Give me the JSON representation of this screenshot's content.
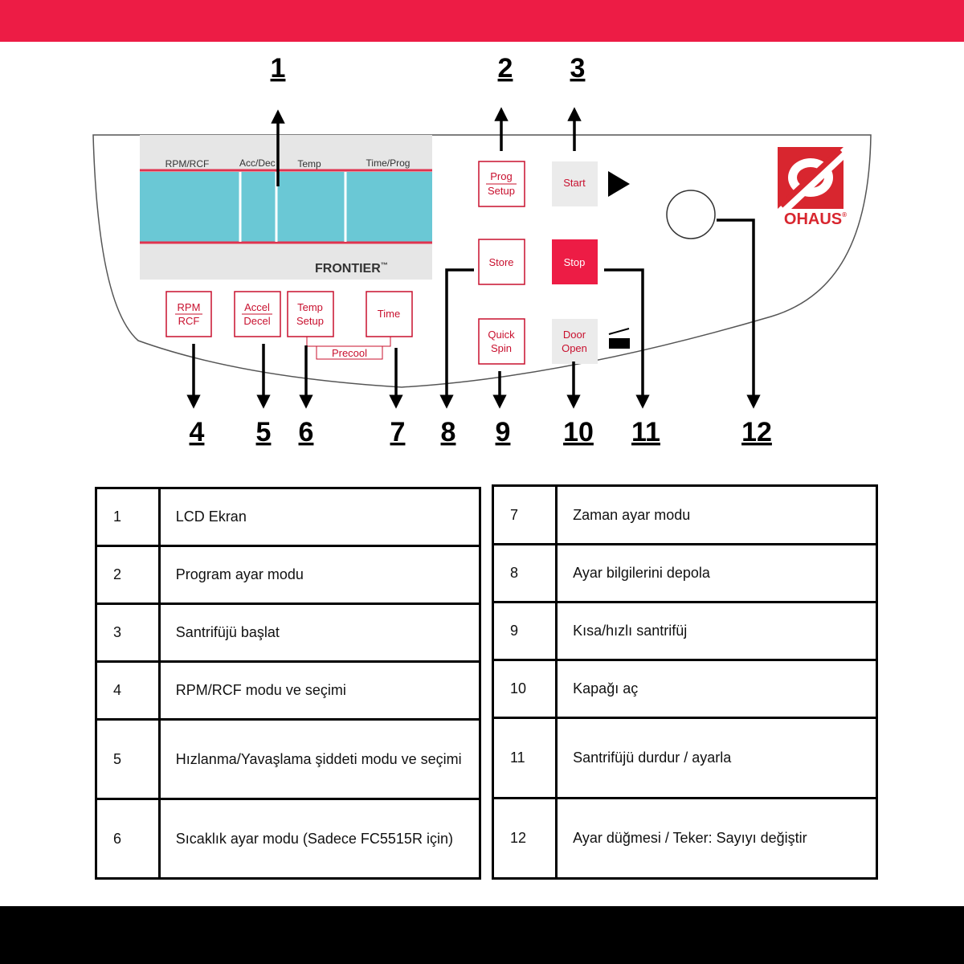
{
  "callouts": [
    "1",
    "2",
    "3",
    "4",
    "5",
    "6",
    "7",
    "8",
    "9",
    "10",
    "11",
    "12"
  ],
  "lcd": {
    "labels": [
      "RPM/RCF",
      "Acc/Dec",
      "Temp",
      "Time/Prog"
    ],
    "brand": "FRONTIER",
    "tm": "™"
  },
  "keys": {
    "rpm_rcf": [
      "RPM",
      "RCF"
    ],
    "accel_decel": [
      "Accel",
      "Decel"
    ],
    "temp_setup": [
      "Temp",
      "Setup"
    ],
    "time": "Time",
    "precool": "Precool",
    "prog_setup": [
      "Prog",
      "Setup"
    ],
    "store": "Store",
    "quick_spin": [
      "Quick",
      "Spin"
    ],
    "start": "Start",
    "stop": "Stop",
    "door_open": [
      "Door",
      "Open"
    ]
  },
  "logo": {
    "text": "OHAUS",
    "reg": "®"
  },
  "colors": {
    "brand_red": "#ed1c45",
    "lcd_fill": "#6ac8d5",
    "lcd_line": "#e0334f",
    "logo_red": "#d8262f"
  },
  "legend": {
    "left": [
      {
        "num": "1",
        "text": "LCD Ekran"
      },
      {
        "num": "2",
        "text": "Program ayar modu"
      },
      {
        "num": "3",
        "text": "Santrifüjü başlat"
      },
      {
        "num": "4",
        "text": "RPM/RCF modu ve seçimi"
      },
      {
        "num": "5",
        "text": "Hızlanma/Yavaşlama şiddeti modu ve seçimi"
      },
      {
        "num": "6",
        "text": "Sıcaklık ayar modu (Sadece FC5515R için)"
      }
    ],
    "right": [
      {
        "num": "7",
        "text": "Zaman ayar modu"
      },
      {
        "num": "8",
        "text": "Ayar bilgilerini depola"
      },
      {
        "num": "9",
        "text": "Kısa/hızlı santrifüj"
      },
      {
        "num": "10",
        "text": "Kapağı aç"
      },
      {
        "num": "11",
        "text": "Santrifüjü durdur / ayarla"
      },
      {
        "num": "12",
        "text": "Ayar düğmesi / Teker: Sayıyı değiştir"
      }
    ]
  }
}
